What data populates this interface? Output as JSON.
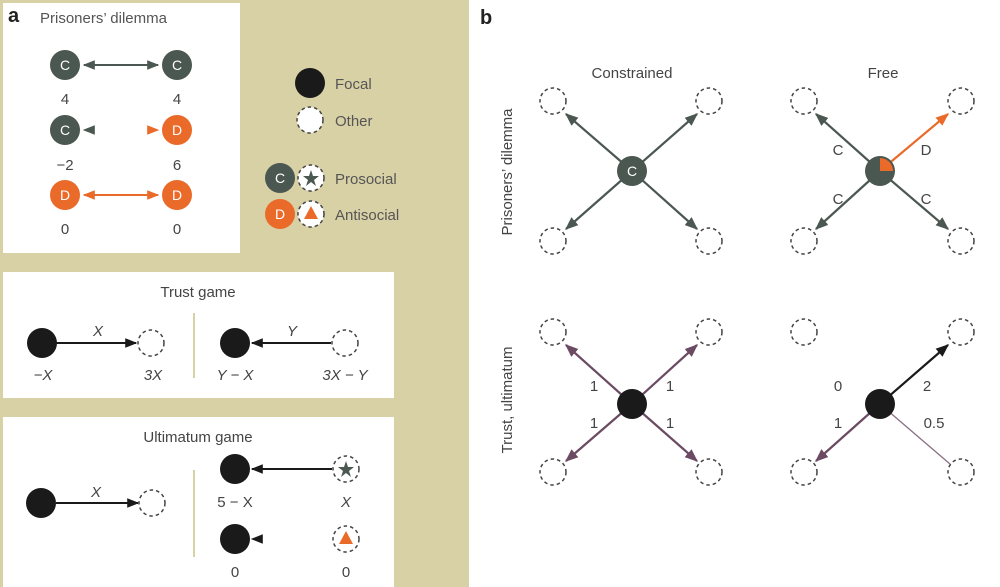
{
  "colors": {
    "background": "#d9d1a6",
    "cooperate": "#4b5751",
    "defect": "#ea6a2a",
    "focal": "#1a1a1a",
    "purple": "#6b4a63"
  },
  "panel_a": {
    "label": "a",
    "prisoners_dilemma": {
      "title": "Prisoners’ dilemma",
      "rows": [
        {
          "left": "C",
          "right": "C",
          "left_payoff": "4",
          "right_payoff": "4"
        },
        {
          "left": "C",
          "right": "D",
          "left_payoff": "−2",
          "right_payoff": "6"
        },
        {
          "left": "D",
          "right": "D",
          "left_payoff": "0",
          "right_payoff": "0"
        }
      ]
    },
    "legend": {
      "focal": "Focal",
      "other": "Other",
      "prosocial_letter": "C",
      "prosocial": "Prosocial",
      "antisocial_letter": "D",
      "antisocial": "Antisocial"
    },
    "trust_game": {
      "title": "Trust game",
      "left_arrow": "X",
      "left_focal_payoff": "−X",
      "left_other_payoff": "3X",
      "right_arrow": "Y",
      "right_focal_payoff": "Y − X",
      "right_other_payoff": "3X − Y"
    },
    "ultimatum_game": {
      "title": "Ultimatum game",
      "offer_arrow": "X",
      "accept_focal_payoff": "5 − X",
      "accept_other_payoff": "X",
      "reject_focal_payoff": "0",
      "reject_other_payoff": "0"
    }
  },
  "panel_b": {
    "label": "b",
    "columns": [
      "Constrained",
      "Free"
    ],
    "rows": [
      "Prisoners’ dilemma",
      "Trust, ultimatum"
    ],
    "pd_constrained_center": "C",
    "pd_free_labels": {
      "top_left": "C",
      "top_right": "D",
      "bottom_left": "C",
      "bottom_right": "C"
    },
    "trust_constrained_labels": {
      "top_left": "1",
      "top_right": "1",
      "bottom_left": "1",
      "bottom_right": "1"
    },
    "trust_free_labels": {
      "top_left": "0",
      "top_right": "2",
      "bottom_left": "1",
      "bottom_right": "0.5"
    }
  }
}
